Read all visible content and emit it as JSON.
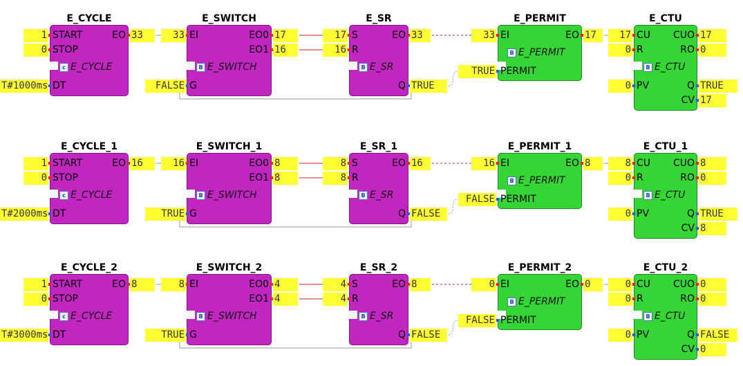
{
  "rows": [
    {
      "cycle": {
        "name": "E_CYCLE",
        "type": "E_CYCLE",
        "start": "1",
        "stop": "0",
        "dt": "T#1000ms",
        "eo": "33",
        "icon": "c"
      },
      "switch": {
        "name": "E_SWITCH",
        "type": "E_SWITCH",
        "ei": "33",
        "g": "FALSE",
        "eo0": "17",
        "eo1": "16",
        "icon": "B"
      },
      "sr": {
        "name": "E_SR",
        "type": "E_SR",
        "s": "17",
        "r": "16",
        "eo": "33",
        "q": "TRUE",
        "icon": "B"
      },
      "permit": {
        "name": "E_PERMIT",
        "type": "E_PERMIT",
        "ei": "33",
        "permit": "TRUE",
        "eo": "17",
        "icon": "B"
      },
      "ctu": {
        "name": "E_CTU",
        "type": "E_CTU",
        "cu": "17",
        "r": "0",
        "pv": "0",
        "cuo": "17",
        "ro": "0",
        "q": "TRUE",
        "cv": "17",
        "icon": "B"
      }
    },
    {
      "cycle": {
        "name": "E_CYCLE_1",
        "type": "E_CYCLE",
        "start": "1",
        "stop": "0",
        "dt": "T#2000ms",
        "eo": "16",
        "icon": "c"
      },
      "switch": {
        "name": "E_SWITCH_1",
        "type": "E_SWITCH",
        "ei": "16",
        "g": "TRUE",
        "eo0": "8",
        "eo1": "8",
        "icon": "B"
      },
      "sr": {
        "name": "E_SR_1",
        "type": "E_SR",
        "s": "8",
        "r": "8",
        "eo": "16",
        "q": "FALSE",
        "icon": "B"
      },
      "permit": {
        "name": "E_PERMIT_1",
        "type": "E_PERMIT",
        "ei": "16",
        "permit": "FALSE",
        "eo": "8",
        "icon": "B"
      },
      "ctu": {
        "name": "E_CTU_1",
        "type": "E_CTU",
        "cu": "8",
        "r": "0",
        "pv": "0",
        "cuo": "8",
        "ro": "0",
        "q": "TRUE",
        "cv": "8",
        "icon": "B"
      }
    },
    {
      "cycle": {
        "name": "E_CYCLE_2",
        "type": "E_CYCLE",
        "start": "1",
        "stop": "0",
        "dt": "T#3000ms",
        "eo": "8",
        "icon": "c"
      },
      "switch": {
        "name": "E_SWITCH_2",
        "type": "E_SWITCH",
        "ei": "8",
        "g": "TRUE",
        "eo0": "4",
        "eo1": "4",
        "icon": "B"
      },
      "sr": {
        "name": "E_SR_2",
        "type": "E_SR",
        "s": "4",
        "r": "4",
        "eo": "8",
        "q": "FALSE",
        "icon": "B"
      },
      "permit": {
        "name": "E_PERMIT_2",
        "type": "E_PERMIT",
        "ei": "0",
        "permit": "FALSE",
        "eo": "0",
        "icon": "B"
      },
      "ctu": {
        "name": "E_CTU_2",
        "type": "E_CTU",
        "cu": "0",
        "r": "0",
        "pv": "0",
        "cuo": "0",
        "ro": "0",
        "q": "FALSE",
        "cv": "0",
        "icon": "B"
      }
    }
  ],
  "ports": {
    "start": "START",
    "stop": "STOP",
    "dt": "DT",
    "eo": "EO",
    "ei": "EI",
    "g": "G",
    "eo0": "EO0",
    "eo1": "EO1",
    "s": "S",
    "r": "R",
    "q": "Q",
    "permit": "PERMIT",
    "cu": "CU",
    "cuo": "CUO",
    "ro": "RO",
    "pv": "PV",
    "cv": "CV"
  },
  "colors": {
    "block_magenta": "#c126c1",
    "block_green": "#35d535",
    "value_bg": "#ffff33",
    "event_wire": "#cc2222",
    "data_wire": "#999999",
    "event_pin": "#ff1a1a",
    "data_pin": "#1f5bff"
  }
}
